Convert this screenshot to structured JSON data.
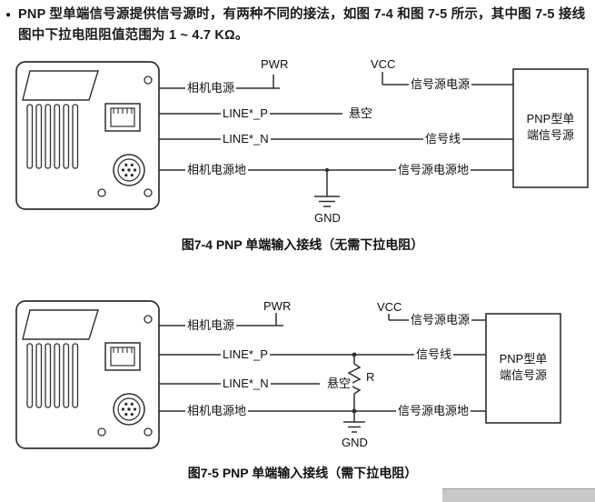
{
  "intro": {
    "bullet": "●",
    "text": "PNP 型单端信号源提供信号源时，有两种不同的接法，如图 7-4 和图 7-5 所示，其中图 7-5 接线图中下拉电阻阻值范围为 1 ~ 4.7 KΩ。"
  },
  "colors": {
    "wire": "#2e2e2e",
    "text": "#111111"
  },
  "figure4": {
    "pwr": "PWR",
    "vcc": "VCC",
    "camera_power": "相机电源",
    "line_p": "LINE*_P",
    "line_n": "LINE*_N",
    "camera_power_ground": "相机电源地",
    "signal_source_power": "信号源电源",
    "floating": "悬空",
    "signal_line": "信号线",
    "signal_source_ground": "信号源电源地",
    "gnd": "GND",
    "box_line1": "PNP型单",
    "box_line2": "端信号源",
    "caption": "图7-4 PNP 单端输入接线（无需下拉电阻）"
  },
  "figure5": {
    "pwr": "PWR",
    "vcc": "VCC",
    "camera_power": "相机电源",
    "line_p": "LINE*_P",
    "line_n": "LINE*_N",
    "camera_power_ground": "相机电源地",
    "signal_source_power": "信号源电源",
    "floating": "悬空",
    "signal_line": "信号线",
    "signal_source_ground": "信号源电源地",
    "resistor": "R",
    "gnd": "GND",
    "box_line1": "PNP型单",
    "box_line2": "端信号源",
    "caption": "图7-5 PNP 单端输入接线（需下拉电阻）"
  }
}
